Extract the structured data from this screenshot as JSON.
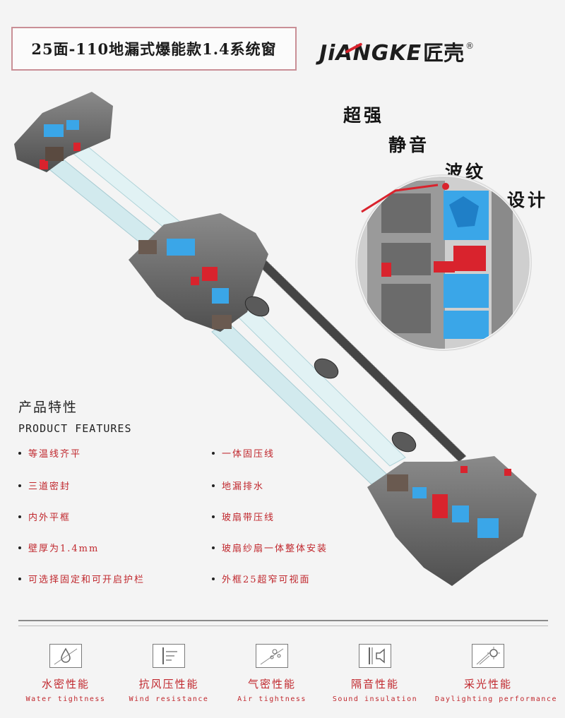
{
  "header": {
    "title": "25面-110地漏式爆能款1.4系统窗",
    "brand_latin": "JiANGKE",
    "brand_cn": "匠壳",
    "brand_reg": "®"
  },
  "slogan": [
    "超强",
    "静音",
    "波纹",
    "设计"
  ],
  "features": {
    "heading_cn": "产品特性",
    "heading_en": "PRODUCT FEATURES",
    "left": [
      "等温线齐平",
      "三道密封",
      "内外平框",
      "壁厚为1.4mm",
      "可选择固定和可开启护栏"
    ],
    "right": [
      "一体固压线",
      "地漏排水",
      "玻扇带压线",
      "玻扇纱扇一体整体安装",
      "外框25超窄可视面"
    ]
  },
  "performance": [
    {
      "cn": "水密性能",
      "en": "Water tightness",
      "icon": "water-drop-icon"
    },
    {
      "cn": "抗风压性能",
      "en": "Wind resistance",
      "icon": "wind-icon"
    },
    {
      "cn": "气密性能",
      "en": "Air tightness",
      "icon": "air-bubbles-icon"
    },
    {
      "cn": "隔音性能",
      "en": "Sound insulation",
      "icon": "speaker-icon"
    },
    {
      "cn": "采光性能",
      "en": "Daylighting performance",
      "icon": "sun-icon"
    }
  ],
  "colors": {
    "accent_red": "#c0272d",
    "profile_gray": "#6e6e6e",
    "gasket_blue": "#3aa6e8",
    "glass": "#d7eef2"
  }
}
